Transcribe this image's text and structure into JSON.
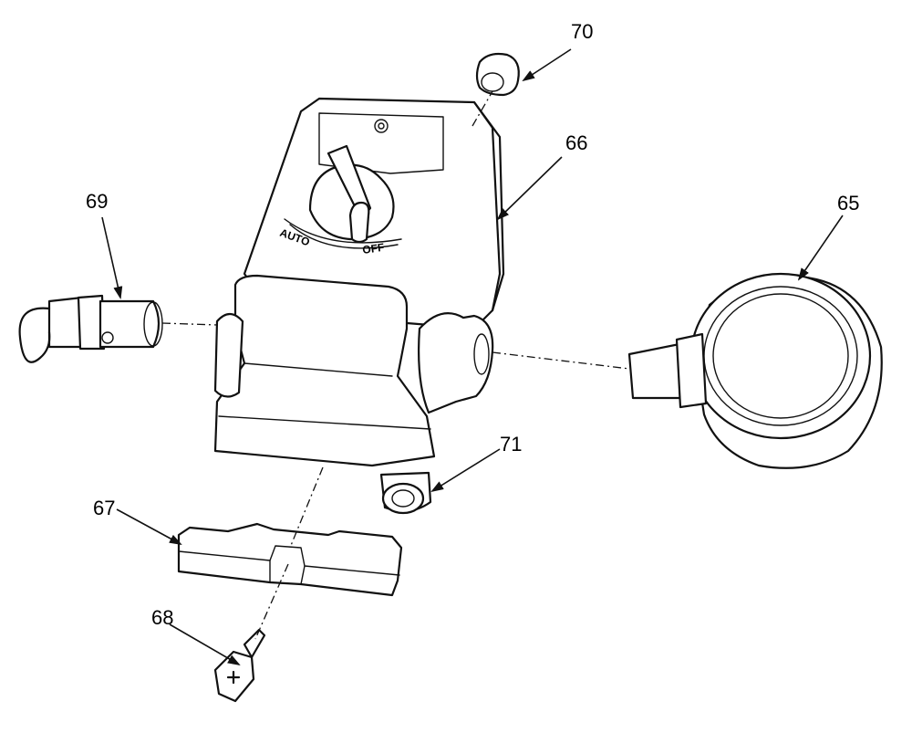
{
  "callouts": {
    "c65": "65",
    "c66": "66",
    "c67": "67",
    "c68": "68",
    "c69": "69",
    "c70": "70",
    "c71": "71"
  },
  "switch_labels": {
    "off": "OFF",
    "auto": "AUTO"
  },
  "colors": {
    "ink": "#111111",
    "background": "#ffffff"
  }
}
